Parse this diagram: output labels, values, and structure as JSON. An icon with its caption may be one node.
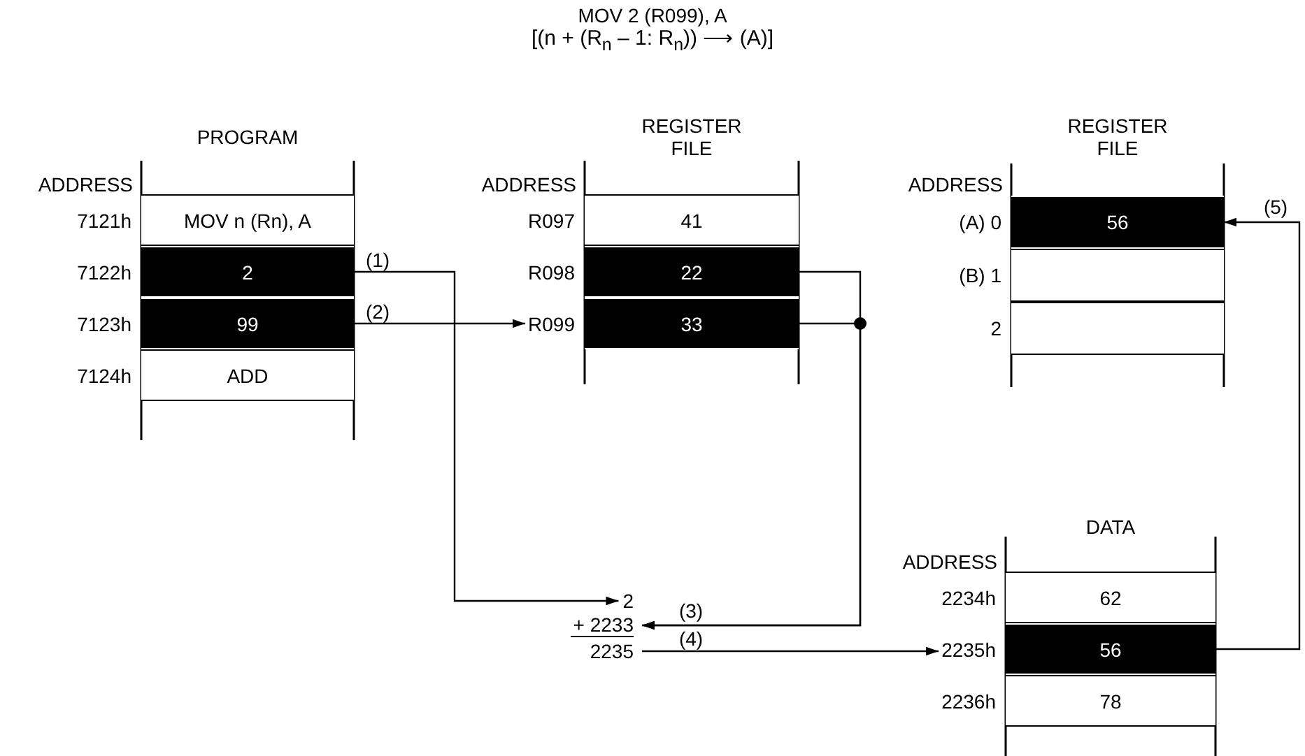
{
  "diagram": {
    "title": "MOV 2 (R099), A",
    "nodes": [
      {
        "text": [
          "PROGRAM"
        ],
        "beside": [
          "ADDRESS"
        ]
      },
      {
        "text": [
          "MOV n (Rn), A"
        ],
        "in": 0,
        "beside": [
          "7121h"
        ]
      },
      {
        "text": [
          "2"
        ],
        "in": 0,
        "beside": [
          "7122h"
        ]
      },
      {
        "text": [
          "99"
        ],
        "in": 0,
        "beside": [
          "7123h"
        ]
      },
      {
        "text": [
          "ADD"
        ],
        "in": 0,
        "beside": [
          "7124h"
        ]
      },
      {
        "text": [
          "REGISTER FILE"
        ],
        "beside": [
          "ADDRESS"
        ]
      },
      {
        "text": [
          "41"
        ],
        "in": 5,
        "beside": [
          "R097"
        ]
      },
      {
        "text": [
          "22"
        ],
        "in": 5,
        "beside": [
          "R098"
        ]
      },
      {
        "text": [
          "33"
        ],
        "in": 5,
        "beside": [
          "R099"
        ]
      },
      {
        "text": [
          "REGISTER FILE"
        ],
        "beside": [
          "ADDRESS"
        ]
      },
      {
        "text": [
          "56"
        ],
        "in": 9,
        "beside": [
          "(A) 0"
        ]
      },
      {
        "text": [],
        "shape": "box",
        "in": 9,
        "beside": [
          "(B) 1"
        ]
      },
      {
        "text": [],
        "shape": "box",
        "in": 9,
        "beside": [
          "2"
        ]
      },
      {
        "text": [
          "DATA"
        ],
        "beside": [
          "ADDRESS"
        ]
      },
      {
        "text": [
          "62"
        ],
        "in": 13,
        "beside": [
          "2234h"
        ]
      },
      {
        "text": [
          "56"
        ],
        "in": 13,
        "beside": [
          "2235h"
        ]
      },
      {
        "text": [
          "78"
        ],
        "in": 13,
        "beside": [
          "2236h"
        ]
      },
      {
        "text": [
          "2"
        ]
      },
      {
        "text": [
          "+ 2233"
        ]
      },
      {
        "text": [
          "2235"
        ]
      }
    ],
    "edges": [
      {
        "from": 2,
        "to": 17,
        "arrow": "to",
        "label": "(1)"
      },
      {
        "from": 3,
        "to": 8,
        "arrow": "to",
        "label": "(2)"
      },
      {
        "from": 7,
        "to": 18,
        "arrow": "to",
        "label": "(3)"
      },
      {
        "from": 8,
        "to": 18,
        "arrow": "to"
      },
      {
        "from": 19,
        "to": 15,
        "arrow": "to",
        "label": "(4)"
      },
      {
        "from": 15,
        "to": 10,
        "arrow": "to",
        "label": "(5)"
      }
    ],
    "labels": [
      "[(n + (R$_{n}$ – 1: R$_{n}$)) ⟶ (A)]"
    ]
  }
}
